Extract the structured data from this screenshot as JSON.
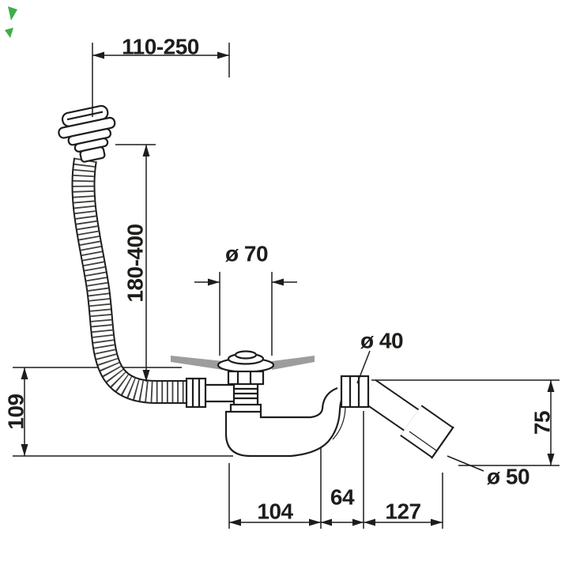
{
  "drawing": {
    "dimensions": {
      "top_width": "110-250",
      "overflow_height": "180-400",
      "strainer_diameter": "ø 70",
      "pipe_diameter": "ø 40",
      "outlet_diameter": "ø 50",
      "left_depth": "109",
      "right_height": "75",
      "bottom_left": "104",
      "bottom_middle": "64",
      "bottom_right": "127"
    },
    "colors": {
      "line": "#1d1d1b",
      "tub_section": "#9d9d9c",
      "artifact_green": "#3fae49",
      "background": "#ffffff"
    }
  }
}
